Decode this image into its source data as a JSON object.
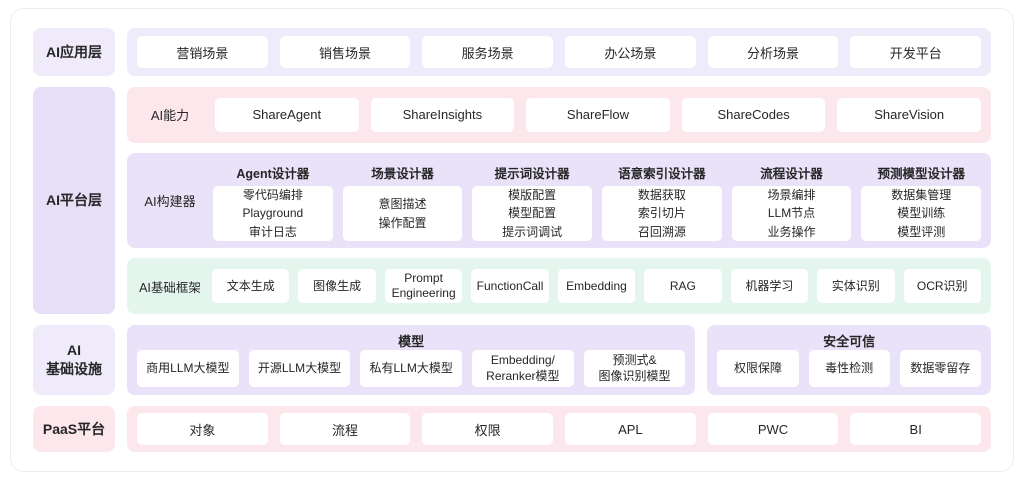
{
  "diagram": {
    "colors": {
      "lavender": "#efebfa",
      "lavender_deep": "#e7def7",
      "pink": "#fbe7ec",
      "purple": "#e9e2f8",
      "mint": "#e4f5ee",
      "card": "#ffffff",
      "text": "#262626"
    },
    "app_layer": {
      "label": "AI应用层",
      "items": [
        "营销场景",
        "销售场景",
        "服务场景",
        "办公场景",
        "分析场景",
        "开发平台"
      ]
    },
    "platform_layer": {
      "label": "AI平台层",
      "capability": {
        "label": "AI能力",
        "items": [
          "ShareAgent",
          "ShareInsights",
          "ShareFlow",
          "ShareCodes",
          "ShareVision"
        ]
      },
      "builder": {
        "label": "AI构建器",
        "columns": [
          {
            "header": "Agent设计器",
            "lines": [
              "零代码编排",
              "Playground",
              "审计日志"
            ]
          },
          {
            "header": "场景设计器",
            "lines": [
              "意图描述",
              "操作配置"
            ]
          },
          {
            "header": "提示词设计器",
            "lines": [
              "模版配置",
              "模型配置",
              "提示词调试"
            ]
          },
          {
            "header": "语意索引设计器",
            "lines": [
              "数据获取",
              "索引切片",
              "召回溯源"
            ]
          },
          {
            "header": "流程设计器",
            "lines": [
              "场景编排",
              "LLM节点",
              "业务操作"
            ]
          },
          {
            "header": "预测模型设计器",
            "lines": [
              "数据集管理",
              "模型训练",
              "模型评测"
            ]
          }
        ]
      },
      "framework": {
        "label": "AI基础框架",
        "items": [
          "文本生成",
          "图像生成",
          "Prompt Engineering",
          "FunctionCall",
          "Embedding",
          "RAG",
          "机器学习",
          "实体识别",
          "OCR识别"
        ]
      }
    },
    "infra_layer": {
      "label": "AI\n基础设施",
      "model_group": {
        "header": "模型",
        "items": [
          "商用LLM大模型",
          "开源LLM大模型",
          "私有LLM大模型",
          "Embedding/\nReranker模型",
          "预测式&\n图像识别模型"
        ]
      },
      "security_group": {
        "header": "安全可信",
        "items": [
          "权限保障",
          "毒性检测",
          "数据零留存"
        ]
      }
    },
    "paas_layer": {
      "label": "PaaS平台",
      "items": [
        "对象",
        "流程",
        "权限",
        "APL",
        "PWC",
        "BI"
      ]
    }
  }
}
